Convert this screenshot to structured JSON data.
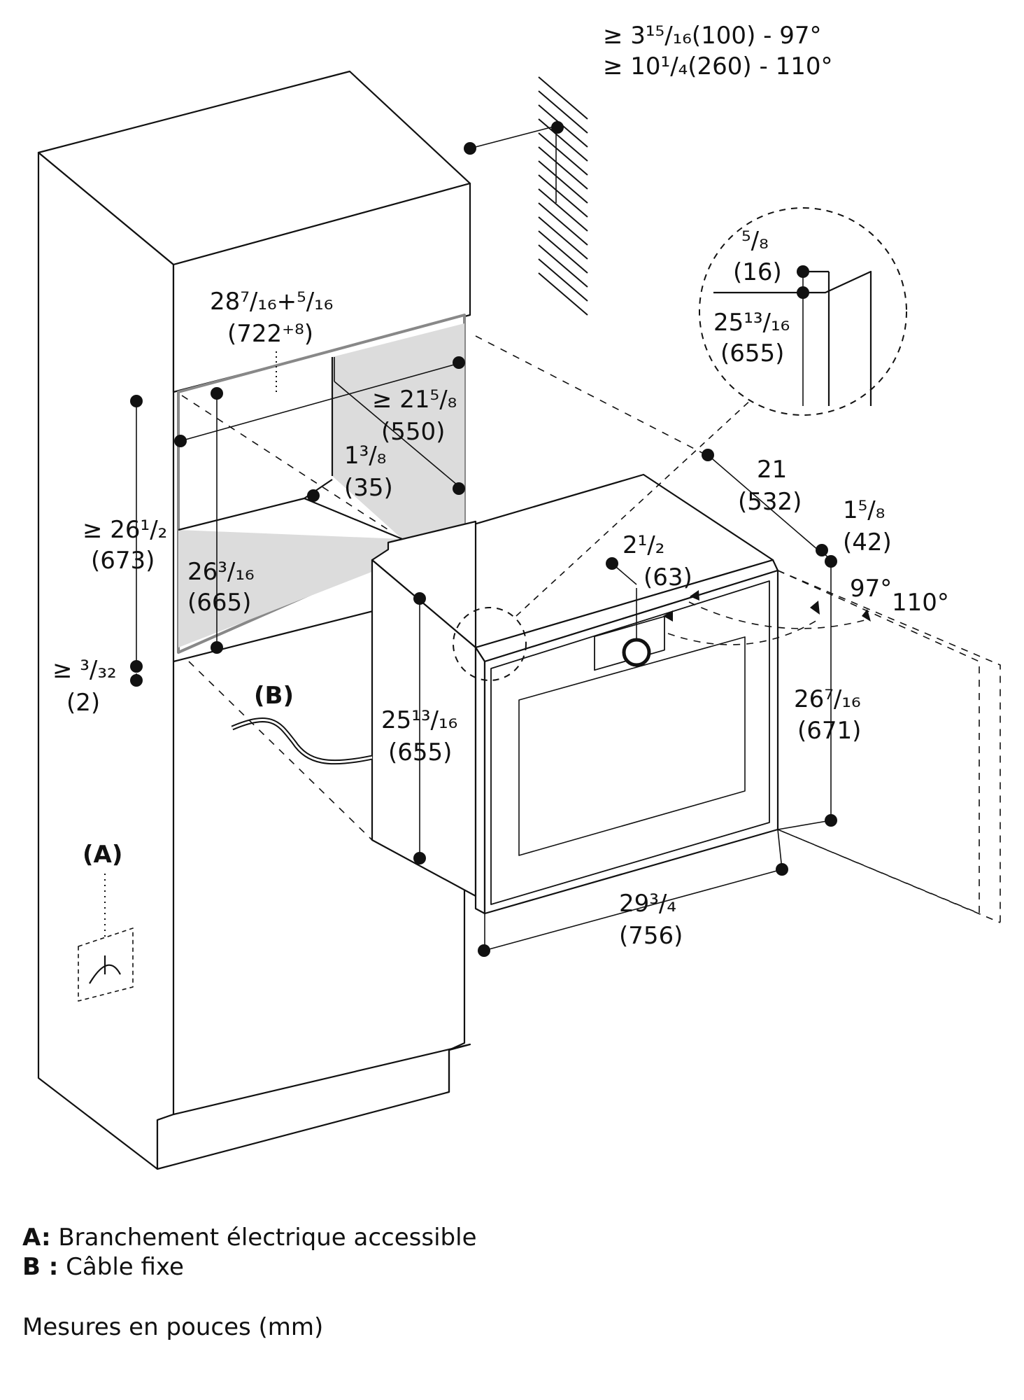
{
  "dims": {
    "clear_top_line1": "≥ 3¹⁵/₁₆(100) - 97°",
    "clear_top_line2": "≥ 10¹/₄(260) - 110°",
    "niche_width_in": "28⁷/₁₆+⁵/₁₆",
    "niche_width_mm": "(722⁺⁸)",
    "niche_depth_in": "≥ 21⁵/₈",
    "niche_depth_mm": "(550)",
    "step_in": "1³/₈",
    "step_mm": "(35)",
    "niche_height_in": "≥ 26¹/₂",
    "niche_height_mm": "(673)",
    "inner_height_in": "26³/₁₆",
    "inner_height_mm": "(665)",
    "gap_in": "≥ ³/₃₂",
    "gap_mm": "(2)",
    "body_height_in": "25¹³/₁₆",
    "body_height_mm": "(655)",
    "depth_in": "21",
    "depth_mm": "(532)",
    "front_in": "1⁵/₈",
    "front_mm": "(42)",
    "handle_in": "2¹/₂",
    "handle_mm": "(63)",
    "angle_97": "97°",
    "angle_110": "110°",
    "front_height_in": "26⁷/₁₆",
    "front_height_mm": "(671)",
    "width_in": "29³/₄",
    "width_mm": "(756)",
    "detail_top_in": "⁵/₈",
    "detail_top_mm": "(16)",
    "detail_h_in": "25¹³/₁₆",
    "detail_h_mm": "(655)",
    "label_a": "(A)",
    "label_b": "(B)"
  },
  "legend": {
    "a_key": "A:",
    "a_text": "Branchement électrique accessible",
    "b_key": "B :",
    "b_text": "Câble fixe",
    "units": "Mesures en pouces (mm)"
  }
}
